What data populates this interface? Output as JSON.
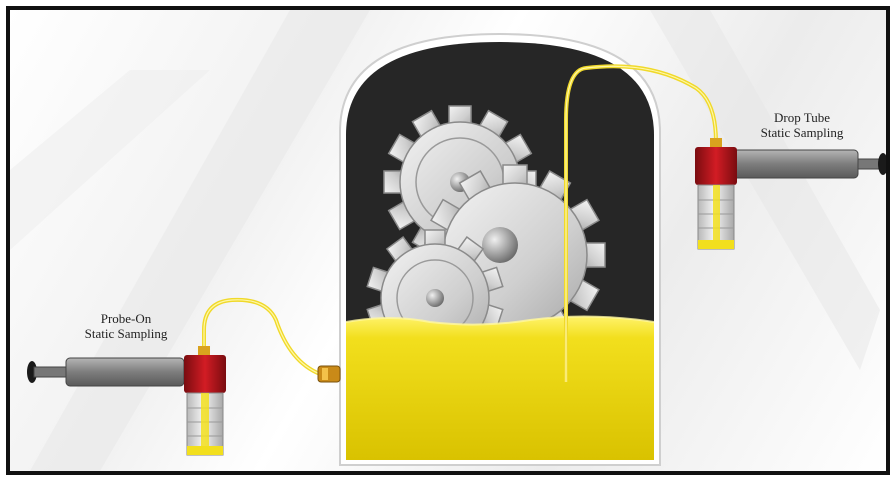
{
  "labels": {
    "drop_tube_line1": "Drop Tube",
    "drop_tube_line2": "Static Sampling",
    "probe_on_line1": "Probe-On",
    "probe_on_line2": "Static Sampling"
  },
  "colors": {
    "oil": "#f2df1d",
    "sampler_cap": "#b8141c",
    "sampler_body": "#e0e0e0",
    "syringe": "#8a8a8a",
    "gearbox_interior": "#2a2a2a",
    "border": "#111111"
  },
  "icons": [
    "gear-icon",
    "syringe-icon",
    "sample-bottle-icon"
  ]
}
